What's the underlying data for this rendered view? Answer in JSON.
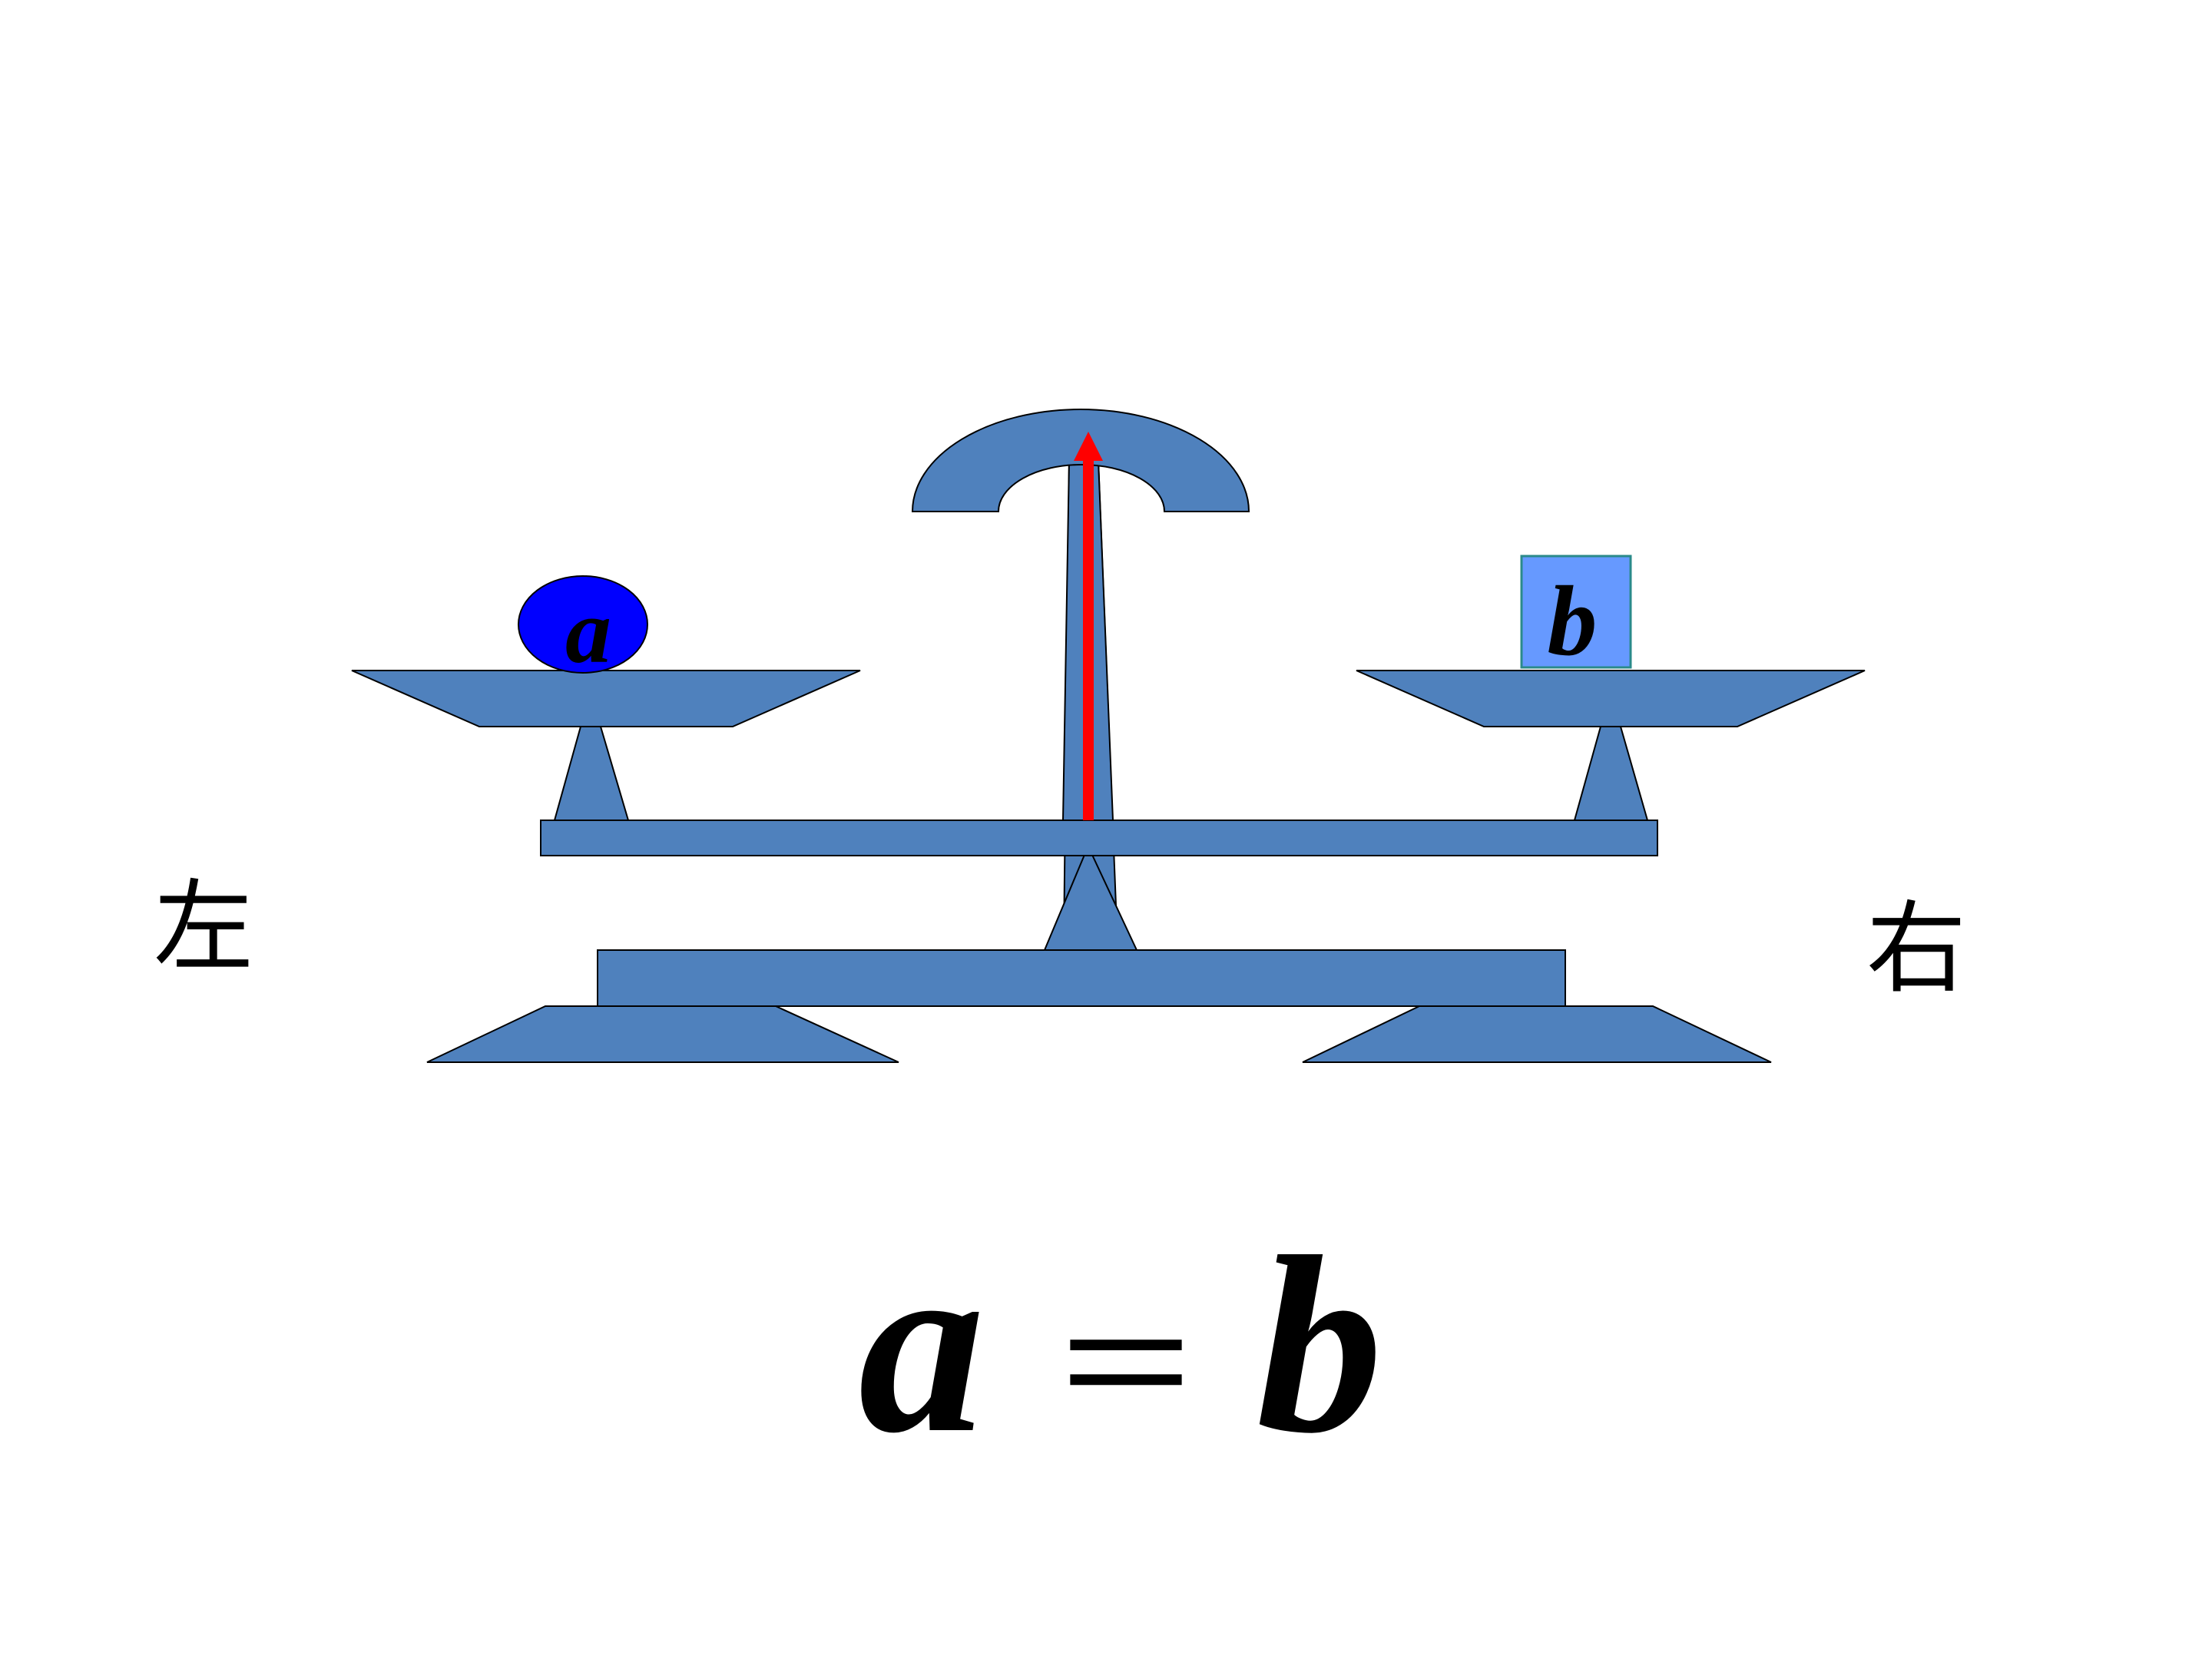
{
  "labels": {
    "left_side": "左",
    "right_side": "右",
    "left_weight": "a",
    "right_weight": "b"
  },
  "equation": {
    "lhs": "a",
    "operator": "＝",
    "rhs": "b"
  },
  "colors": {
    "scale_fill": "#4f81bd",
    "outline": "#000000",
    "pointer": "#ff0000",
    "left_weight_fill": "#0000ff",
    "right_weight_fill": "#6699ff"
  }
}
